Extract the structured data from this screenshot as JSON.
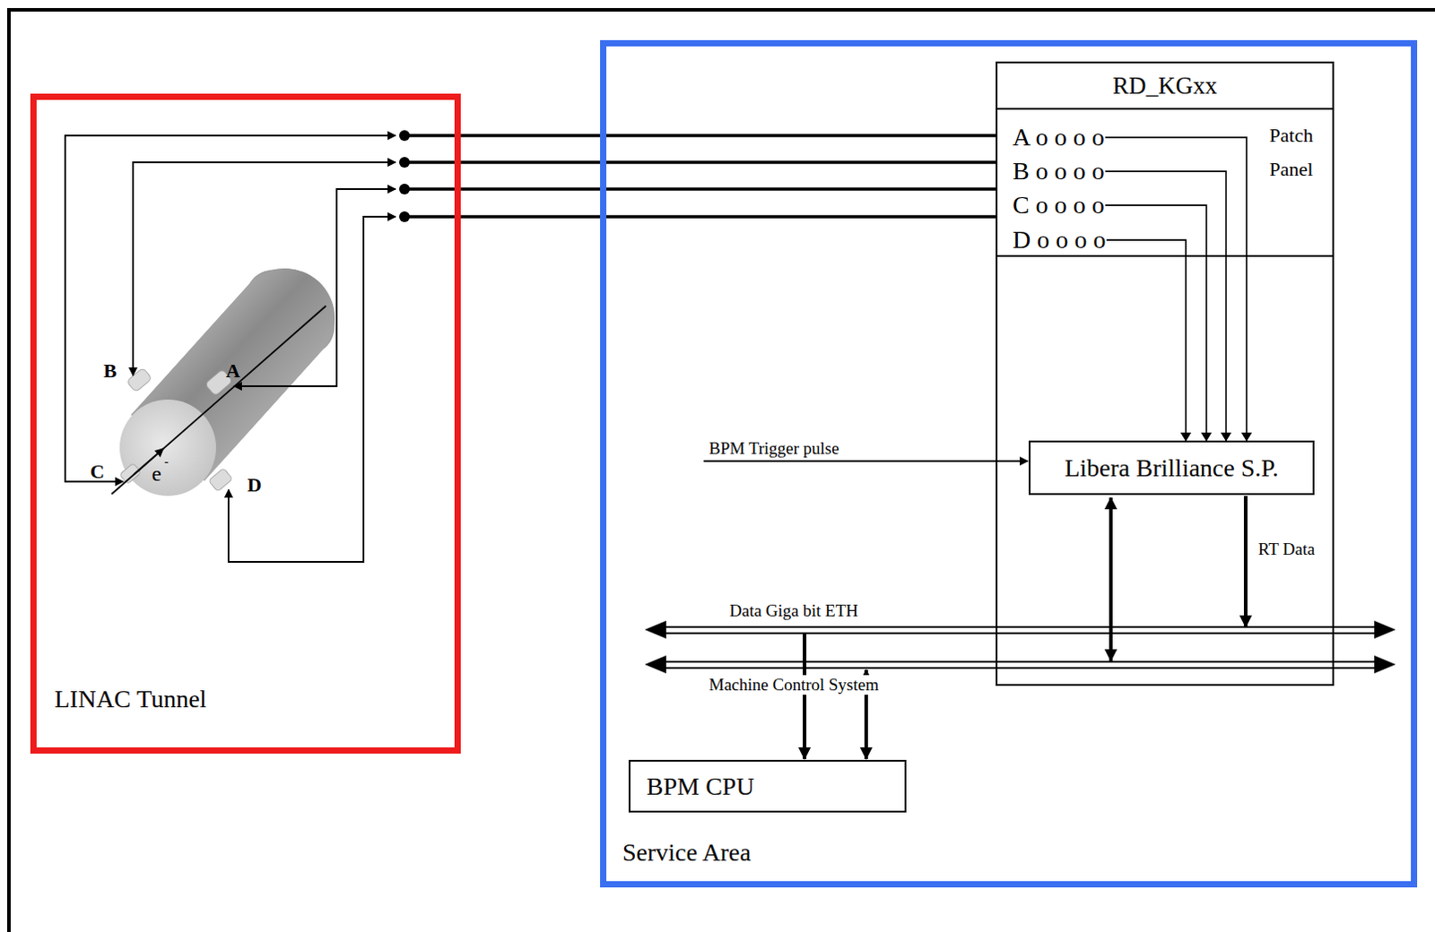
{
  "diagram": {
    "nodes": [
      {
        "text": [
          "LINAC Tunnel"
        ]
      },
      {
        "text": [
          "Service Area"
        ]
      },
      {
        "text": [
          "RD_KGxx"
        ],
        "in": 1
      },
      {
        "text": [
          "Patch Panel"
        ],
        "in": 2
      },
      {
        "text": [
          "Libera Brilliance S.P."
        ],
        "in": 2
      },
      {
        "text": [
          "BPM CPU"
        ],
        "in": 1
      }
    ],
    "edges": [
      {
        "from": 3,
        "to": 4,
        "arrow": "to"
      },
      {
        "from": 3,
        "to": 4,
        "arrow": "to"
      },
      {
        "from": 3,
        "to": 4,
        "arrow": "to"
      },
      {
        "from": 3,
        "to": 4,
        "arrow": "to"
      }
    ],
    "labels": [
      "A o o o o",
      "B o o o o",
      "C o o o o",
      "D o o o o",
      "B",
      "A",
      "C",
      "D",
      "e",
      "-",
      "BPM Trigger pulse",
      "RT Data",
      "Data Giga bit ETH",
      "Machine Control System"
    ]
  }
}
